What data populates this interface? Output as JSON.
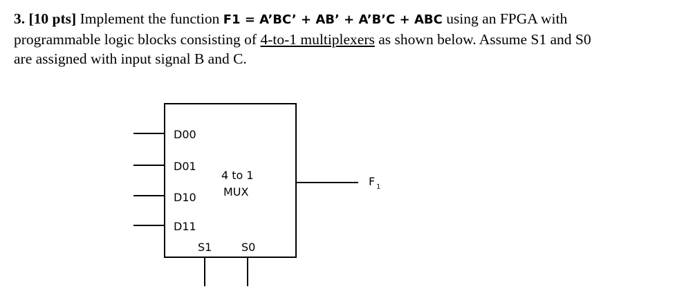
{
  "question": {
    "number": "3.",
    "points": "[10 pts]",
    "intro": "Implement the function",
    "formula": "F1 = A’BC’ + AB’ + A’B’C + ABC",
    "after_formula": "using an FPGA with",
    "line2_start": "programmable logic blocks consisting of",
    "underlined": "4-to-1 multiplexers",
    "line2_end": "as shown below. Assume S1 and S0",
    "line3": "are assigned with input signal B and C."
  },
  "mux": {
    "inputs": [
      "D00",
      "D01",
      "D10",
      "D11"
    ],
    "title_line1": "4 to 1",
    "title_line2": "MUX",
    "select1": "S1",
    "select0": "S0",
    "output_label": "F",
    "output_subscript": "1"
  }
}
